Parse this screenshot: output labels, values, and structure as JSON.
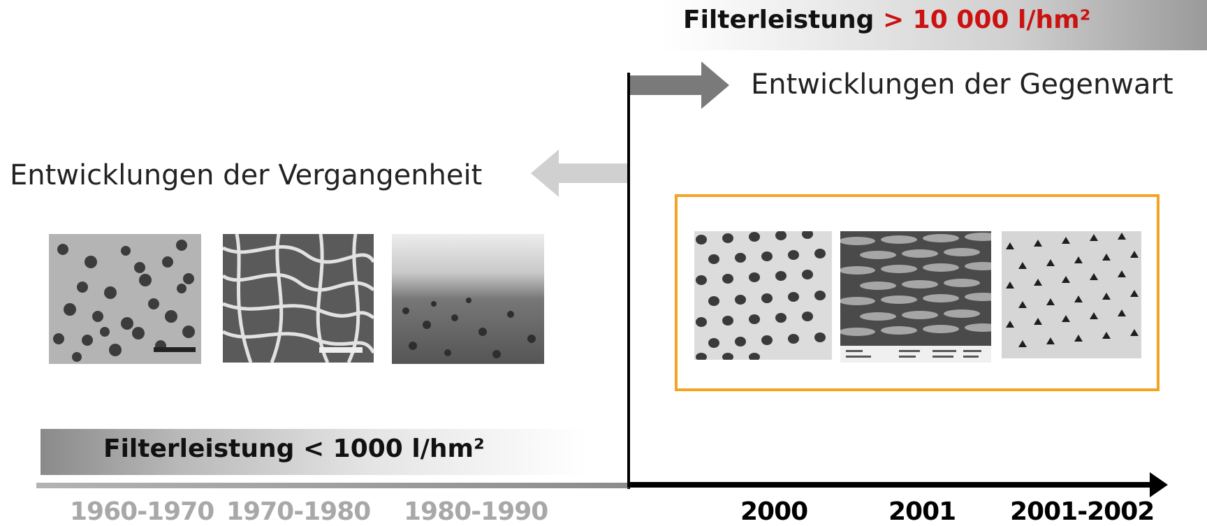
{
  "banner_top": {
    "label": "Filterleistung",
    "highlight": "> 10 000 l/hm²"
  },
  "heading_present": "Entwicklungen der Gegenwart",
  "heading_past": "Entwicklungen der Vergangenheit",
  "banner_bottom": {
    "label": "Filterleistung < 1000 l/hm²"
  },
  "past_years": [
    "1960-1970",
    "1970-1980",
    "1980-1990"
  ],
  "present_years": [
    "2000",
    "2001",
    "2001-2002"
  ],
  "colors": {
    "highlight": "#cc1111",
    "frame": "#f5a323",
    "axis_present": "#000000",
    "axis_past": "#a0a0a0"
  },
  "images": [
    {
      "era": "past",
      "icon": "membrane-sem-track-etched"
    },
    {
      "era": "past",
      "icon": "membrane-sem-fibrous"
    },
    {
      "era": "past",
      "icon": "membrane-sem-asymmetric"
    },
    {
      "era": "present",
      "icon": "microsieve-sem-hole-array"
    },
    {
      "era": "present",
      "icon": "microsieve-sem-woven"
    },
    {
      "era": "present",
      "icon": "microsieve-sem-pyramidal-pores"
    }
  ]
}
